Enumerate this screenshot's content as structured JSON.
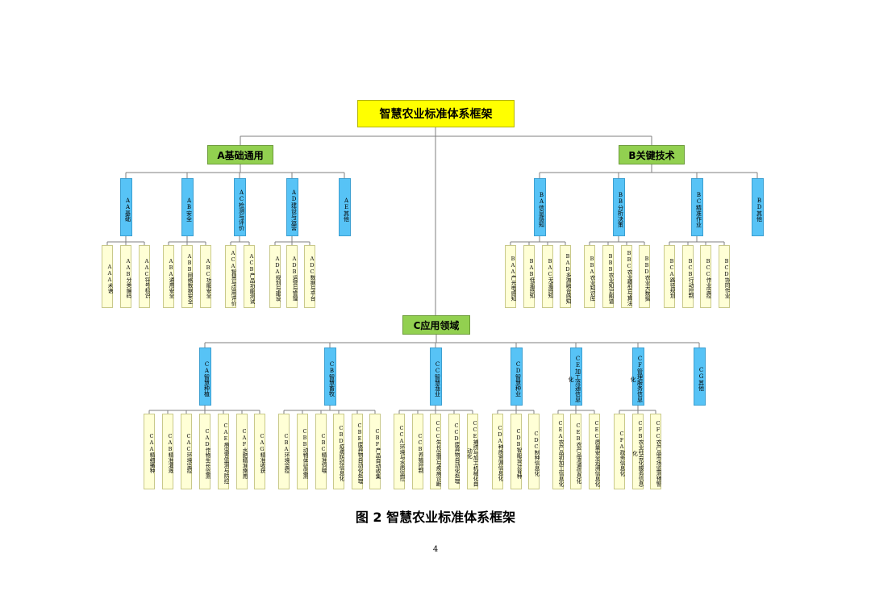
{
  "title": "智慧农业标准体系框架",
  "caption": "图 2  智慧农业标准体系框架",
  "page_number": "4",
  "colors": {
    "root": "#ffff00",
    "section": "#92d050",
    "category": "#57c3f6",
    "leaf": "#ffffd6",
    "line": "#7f7f7f"
  },
  "sections": [
    {
      "label": "A基础通用",
      "categories": [
        {
          "label": "AA基础",
          "items": [
            "AAA术语",
            "AAB分类编码",
            "AAC符号标识"
          ]
        },
        {
          "label": "AB安全",
          "items": [
            "ABA通用安全",
            "ABB网络数据安全",
            "ABC功能安全"
          ]
        },
        {
          "label": "AC检测与评价",
          "items": [
            "ACA智慧与应用评价",
            "ACB产品功能测试"
          ]
        },
        {
          "label": "AD建设与运营",
          "items": [
            "ADA规划与建设",
            "ADB运营与管理",
            "ADC数据与平台"
          ]
        },
        {
          "label": "AE其他",
          "items": []
        }
      ]
    },
    {
      "label": "B关键技术",
      "categories": [
        {
          "label": "BA信息感知",
          "items": [
            "BAA产光电感知",
            "BAB低遥感知",
            "BAC无遥感知",
            "BAD多源融合感知"
          ]
        },
        {
          "label": "BB分析决策",
          "items": [
            "BBA农业知识库",
            "BBB农业知识图谱",
            "BBC农业模型与算法",
            "BBD农业大数据"
          ]
        },
        {
          "label": "BC精准作业",
          "items": [
            "BCA路径规划",
            "BCB行动控制",
            "BCC作业监控",
            "BCD协同作业"
          ]
        },
        {
          "label": "BD其他",
          "items": []
        }
      ]
    },
    {
      "label": "C应用领域",
      "categories": [
        {
          "label": "CA智慧种植",
          "items": [
            "CAA精细播种",
            "CAB精准灌溉",
            "CAC环境监控",
            "CAD作物生长监测",
            "CAE病虫害监测与防控",
            "CAF水肥精准施用",
            "CAG精准收获"
          ]
        },
        {
          "label": "CB智慧畜牧",
          "items": [
            "CBA环境监控",
            "CBB动物体征监测",
            "CBC精准饲喂",
            "CBD疫病防控信息化",
            "CBE废弃物自动化处理",
            "CBF产品自动收集"
          ]
        },
        {
          "label": "CC智慧渔业",
          "items": [
            "CCA环境与水质监控",
            "CCB养殖控制",
            "CCC生长监测与疾病诊断",
            "CCD废弃物自动化处理",
            "CCE捕捞与加工机械化自动化"
          ]
        },
        {
          "label": "CD智慧种业",
          "items": [
            "CDA种质资源信息化",
            "CDB智能设计育种",
            "CDC制种信息化"
          ]
        },
        {
          "label": "CE加工流通信息化",
          "items": [
            "CEA农产品初加工信息化",
            "CEB农产品流通信息化",
            "CEC质量安全追溯信息化"
          ]
        },
        {
          "label": "CF管理服务信息化",
          "items": [
            "CFA政务信息化",
            "CFB农业社会化服务信息化",
            "CFC农产品市场监测预警"
          ]
        },
        {
          "label": "CG其他",
          "items": []
        }
      ]
    }
  ]
}
